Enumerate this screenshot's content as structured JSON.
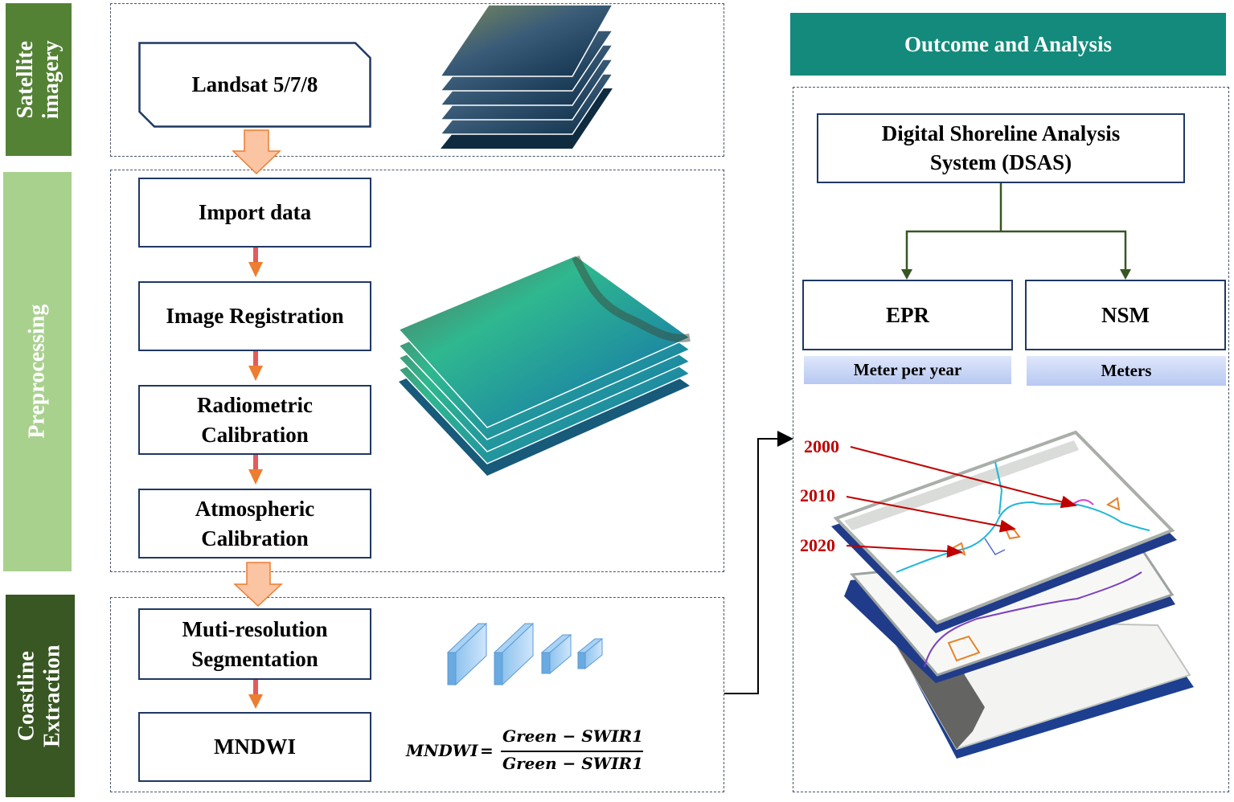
{
  "sections": {
    "satellite": "Satellite imagery",
    "preprocessing": "Preprocessing",
    "coastline": "Coastline Extraction"
  },
  "steps": {
    "landsat": "Landsat 5/7/8",
    "import": "Import data",
    "registration": "Image Registration",
    "radiometric": "Radiometric Calibration",
    "atmospheric": "Atmospheric Calibration",
    "segmentation": "Muti-resolution Segmentation",
    "mndwi": "MNDWI"
  },
  "formula": {
    "lhs": "MNDWI",
    "numerator": "Green − SWIR1",
    "denominator": "Green − SWIR1"
  },
  "outcome": {
    "header": "Outcome and Analysis",
    "dsas": "Digital Shoreline Analysis System (DSAS)",
    "epr": "EPR",
    "epr_unit": "Meter per year",
    "nsm": "NSM",
    "nsm_unit": "Meters"
  },
  "years": [
    "2000",
    "2010",
    "2020"
  ],
  "colors": {
    "satellite_tab": "#548235",
    "preprocessing_tab": "#A9D18E",
    "coastline_tab": "#385723",
    "header_teal": "#138A7B",
    "box_border": "#1F3864",
    "connector_green": "#375623",
    "year_red": "#C00000"
  }
}
